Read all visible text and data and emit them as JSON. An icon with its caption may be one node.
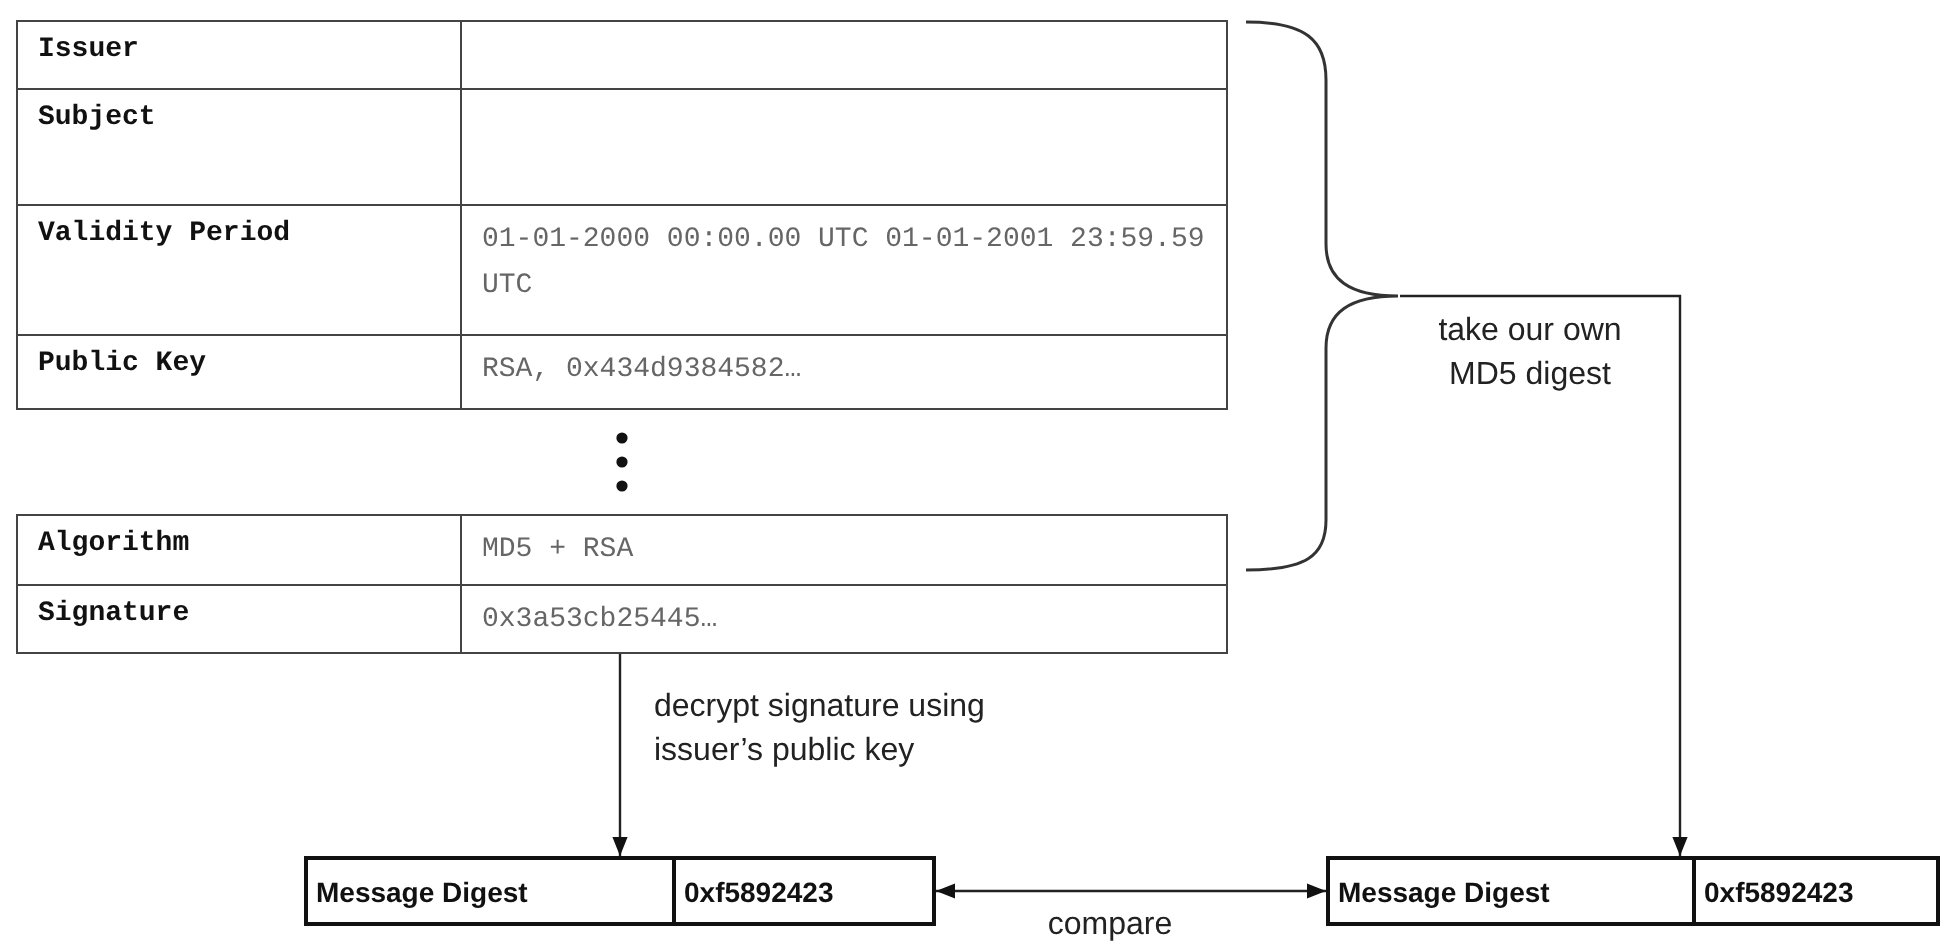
{
  "diagram": {
    "nodes": [
      {
        "text": [],
        "shape": "box"
      },
      {
        "text": [
          "Issuer"
        ],
        "in": 0
      },
      {
        "text": [
          "Subject"
        ],
        "in": 0
      },
      {
        "text": [
          "Validity Period",
          "01-01-2000 00:00.00 UTC 01-01-2001 23:59.59 UTC"
        ],
        "in": 0
      },
      {
        "text": [
          "Public Key",
          "RSA, 0x434d9384582…"
        ],
        "in": 0
      },
      {
        "text": [],
        "shape": "box"
      },
      {
        "text": [
          "Algorithm",
          "MD5 + RSA"
        ],
        "in": 5
      },
      {
        "text": [
          "Signature",
          "0x3a53cb25445…"
        ],
        "in": 5
      },
      {
        "text": [],
        "shape": "brace"
      },
      {
        "text": [
          "Message Digest",
          "0xf5892423"
        ]
      },
      {
        "text": [
          "Message Digest",
          "0xf5892423"
        ]
      }
    ],
    "edges": [
      {
        "from": 5,
        "to": 9,
        "arrow": "to",
        "label": "decrypt signature using issuer’s public key"
      },
      {
        "from": 8,
        "to": 10,
        "arrow": "to",
        "label": "take our own MD5 digest"
      },
      {
        "from": 9,
        "to": 10,
        "arrow": "both",
        "label": "compare"
      }
    ]
  }
}
